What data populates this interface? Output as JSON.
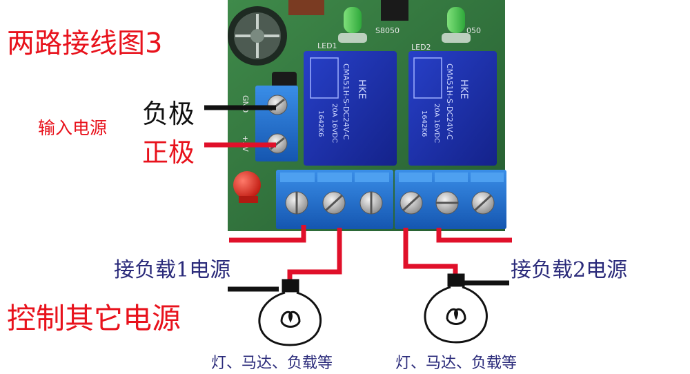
{
  "title": "两路接线图3",
  "input_power": {
    "label": "输入电源",
    "negative_label": "负极",
    "positive_label": "正极"
  },
  "loads": {
    "load1_supply_label": "接负载1电源",
    "load2_supply_label": "接负载2电源",
    "other_supply_label": "控制其它电源",
    "lamp1_label": "灯、马达、负载等",
    "lamp2_label": "灯、马达、负载等"
  },
  "board": {
    "relay_marking_1": "CMA51H-S-DC24V-C",
    "relay_marking_2": "20A 16VDC",
    "relay_code": "1642K6",
    "relay_brand": "HKE",
    "led1_label": "LED1",
    "led2_label": "LED2",
    "transistor_label": "S8050",
    "transistor_label_2": "050",
    "terminal_gnd": "GND",
    "terminal_vcc": "+5V"
  },
  "colors": {
    "red_text": "#e8121c",
    "navy_text": "#2a2a7a",
    "pcb_green": "#2f6e3a",
    "terminal_blue": "#1f6fd1",
    "relay_blue": "#1b2fa8",
    "wire_red": "#e0102a",
    "wire_black": "#111111"
  }
}
